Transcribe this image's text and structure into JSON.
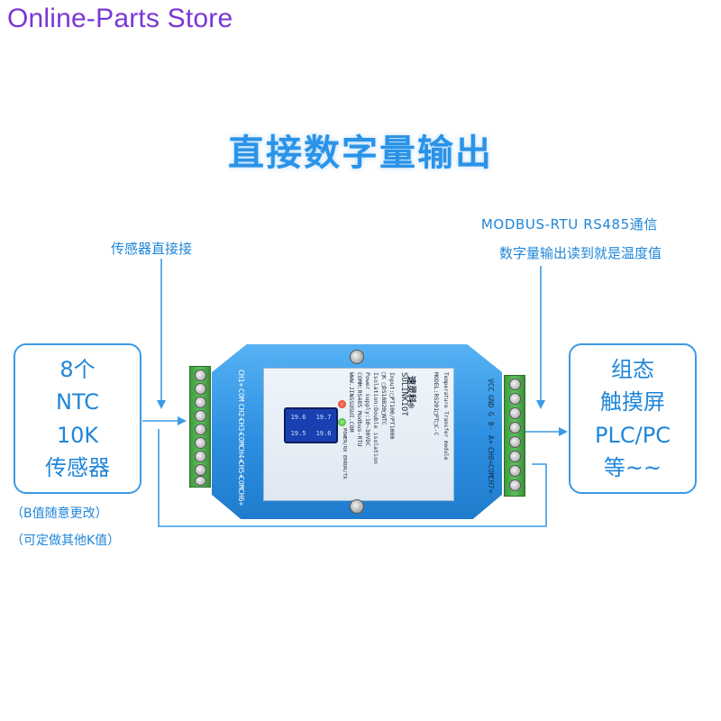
{
  "store": {
    "name": "Online-Parts Store"
  },
  "headline": "直接数字量输出",
  "captions": {
    "sensor_direct": "传感器直接接",
    "output_line1": "MODBUS-RTU  RS485通信",
    "output_line2": "数字量输出读到就是温度值"
  },
  "left_box": {
    "lines": [
      "8个",
      "NTC",
      "10K",
      "传感器"
    ]
  },
  "notes": {
    "line1": "（B值随意更改）",
    "line2": "（可定做其他K值）"
  },
  "right_box": {
    "lines": [
      "组态",
      "触摸屏",
      "PLC/PC",
      "等~~"
    ]
  },
  "device": {
    "left_pins": [
      "CH1+",
      "COM",
      "CH2+",
      "CH3+",
      "COM",
      "CH4+",
      "CH5+",
      "COM",
      "CH6+"
    ],
    "right_pins": [
      "VCC",
      "GND",
      "G",
      "B-",
      "A+",
      "CH8+",
      "COM",
      "CH7+"
    ],
    "panel": {
      "model": "MODEL:RS201□PT□C-C",
      "brand_cn": "速灵科®",
      "brand_en": "SULINKIOT",
      "input": "Input:□PT100/PT1000",
      "input2": "□K □DS18B20□NTC",
      "isolation": "Isolation:Double isolation",
      "power": "Power supply:10~30VDC",
      "comm": "COMM:RS485 Modbus-RTU",
      "website": "WWW.JINGSUSUI.COM",
      "product_type": "Temperature Transfer module",
      "led_pwr": "POWER/RX",
      "led_err": "ERROR/TX",
      "lcd": [
        "19.6",
        "19.7",
        "19.5",
        "19.6"
      ]
    }
  },
  "colors": {
    "store": "#7a37d6",
    "accent": "#1f86d9",
    "device_body": "#2d8ee0",
    "terminal": "#4caf50"
  }
}
